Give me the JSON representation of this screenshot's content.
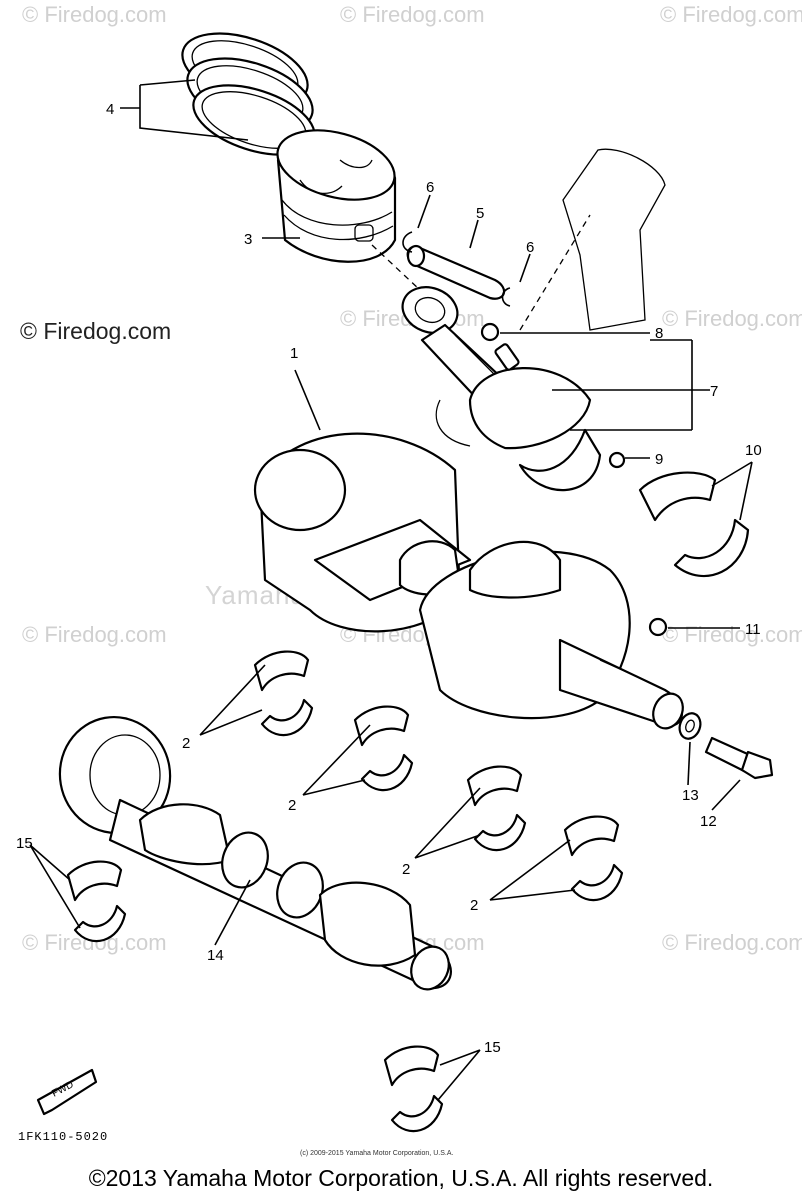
{
  "watermarks": [
    {
      "text": "© Firedog.com"
    },
    {
      "text": "© Firedog.com"
    },
    {
      "text": "© Firedog.com"
    },
    {
      "text": "© Firedog.com"
    },
    {
      "text": "© Firedog.com"
    },
    {
      "text": "© Firedog.com"
    },
    {
      "text": "© Firedog.com"
    },
    {
      "text": "© Firedog.com"
    },
    {
      "text": "© Firedog.com"
    },
    {
      "text": "© Firedog.com"
    },
    {
      "text": "© Firedog.com"
    }
  ],
  "corner_watermark": "© Firedog.com",
  "brand_watermark": "Yamaha Motor Corp., U.S.A.",
  "small_copyright": "(c) 2009-2015 Yamaha Motor Corporation, U.S.A.",
  "diagram_code": "1FK110-5020",
  "fwd_label": "FWD",
  "footer": "©2013 Yamaha Motor Corporation, U.S.A. All rights reserved.",
  "callouts": {
    "c1": "1",
    "c2a": "2",
    "c2b": "2",
    "c2c": "2",
    "c2d": "2",
    "c3": "3",
    "c4": "4",
    "c5": "5",
    "c6a": "6",
    "c6b": "6",
    "c7": "7",
    "c8": "8",
    "c9": "9",
    "c10": "10",
    "c11": "11",
    "c12": "12",
    "c13": "13",
    "c14": "14",
    "c15a": "15",
    "c15b": "15"
  }
}
